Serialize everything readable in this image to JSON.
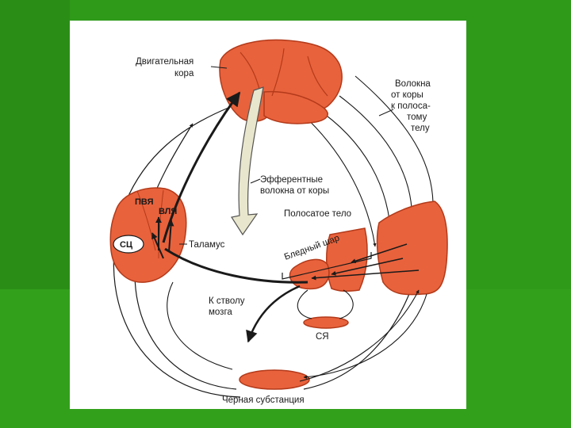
{
  "colors": {
    "background": "#2f9a1a",
    "organ_fill": "#e8623c",
    "organ_stroke": "#b33a1a",
    "efferent_arrow": "#e8e6cc"
  },
  "labels": {
    "motor_cortex": [
      "Двигательная",
      "кора"
    ],
    "cortex_fibers": [
      "Волокна",
      "от коры",
      "к полоса-",
      "тому",
      "телу"
    ],
    "efferent_fibers": [
      "Эфферентные",
      "волокна от коры"
    ],
    "striatum": "Полосатое тело",
    "globus_pallidus": "Бледный шар",
    "thalamus": "Таламус",
    "pva": "ПВЯ",
    "vla": "ВЛЯ",
    "sc": "СЦ",
    "brainstem": [
      "К стволу",
      "мозга"
    ],
    "sya": "СЯ",
    "substantia_nigra": "Черная субстанция"
  }
}
